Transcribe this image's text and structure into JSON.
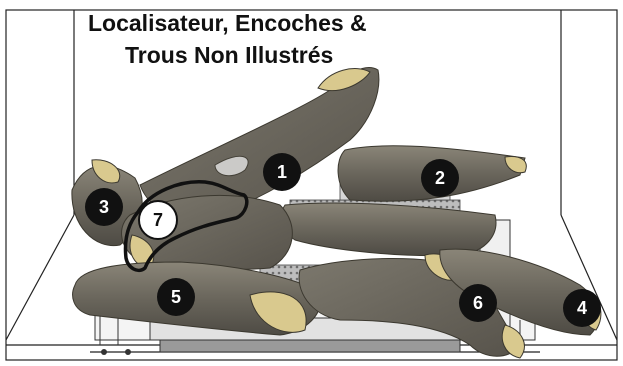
{
  "title_line1": "Localisateur, Encoches &",
  "title_line2": "Trous Non Illustrés",
  "callouts": [
    {
      "label": "1",
      "style": "filled"
    },
    {
      "label": "2",
      "style": "filled"
    },
    {
      "label": "3",
      "style": "filled"
    },
    {
      "label": "4",
      "style": "filled"
    },
    {
      "label": "5",
      "style": "filled"
    },
    {
      "label": "6",
      "style": "filled"
    },
    {
      "label": "7",
      "style": "outlined"
    }
  ],
  "colors": {
    "callout_fill": "#111111",
    "callout_text": "#ffffff",
    "outline": "#111111",
    "log_bark": "#6f6a5f",
    "log_cut": "#d9c98e"
  }
}
